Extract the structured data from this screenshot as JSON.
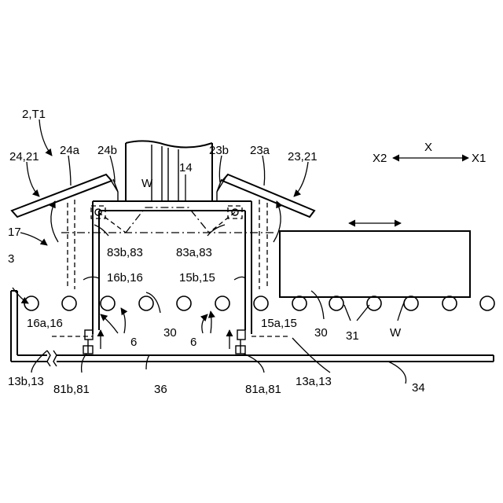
{
  "labels": {
    "title_ref": "2,T1",
    "hood_right": "23,21",
    "hood_left": "24,21",
    "flap_24a": "24a",
    "flap_24b": "24b",
    "flap_23b": "23b",
    "flap_23a": "23a",
    "hood_14": "14",
    "workpiece_top": "W",
    "frame_17": "17",
    "conveyor_3": "3",
    "sensor_83b": "83b,83",
    "sensor_83a": "83a,83",
    "pillar_16b": "16b,16",
    "pillar_15b": "15b,15",
    "base_16a": "16a,16",
    "base_15a": "15a,15",
    "ref_6_left": "6",
    "ref_6_right": "6",
    "roller_30_mid": "30",
    "roller_30_right": "30",
    "roller_31": "31",
    "workpiece_right": "W",
    "rail_13b": "13b,13",
    "unit_81b": "81b,81",
    "beam_36": "36",
    "unit_81a": "81a,81",
    "rail_13a": "13a,13",
    "rail_34": "34",
    "dir_x": "X",
    "dir_x1": "X1",
    "dir_x2": "X2"
  }
}
